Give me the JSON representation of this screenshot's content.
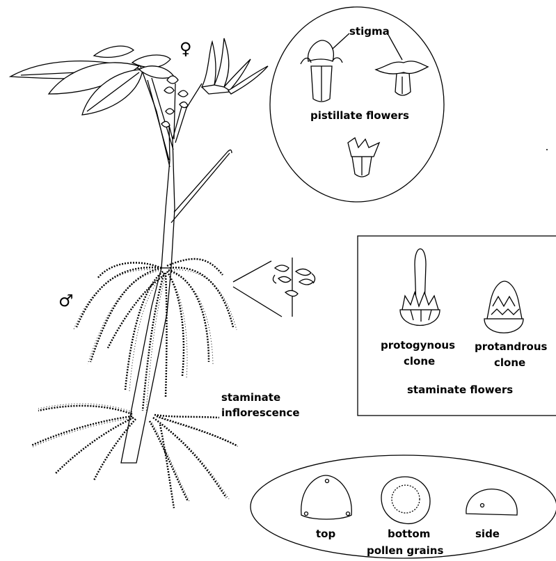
{
  "symbols": {
    "female": "♀",
    "male": "♂"
  },
  "labels": {
    "stigma": "stigma",
    "pistillate_flowers": "pistillate flowers",
    "protogynous_line1": "protogynous",
    "protogynous_line2": "clone",
    "protandrous_line1": "protandrous",
    "protandrous_line2": "clone",
    "staminate_flowers": "staminate flowers",
    "staminate_line1": "staminate",
    "staminate_line2": "inflorescence",
    "top": "top",
    "bottom": "bottom",
    "side": "side",
    "pollen_grains": "pollen grains"
  }
}
